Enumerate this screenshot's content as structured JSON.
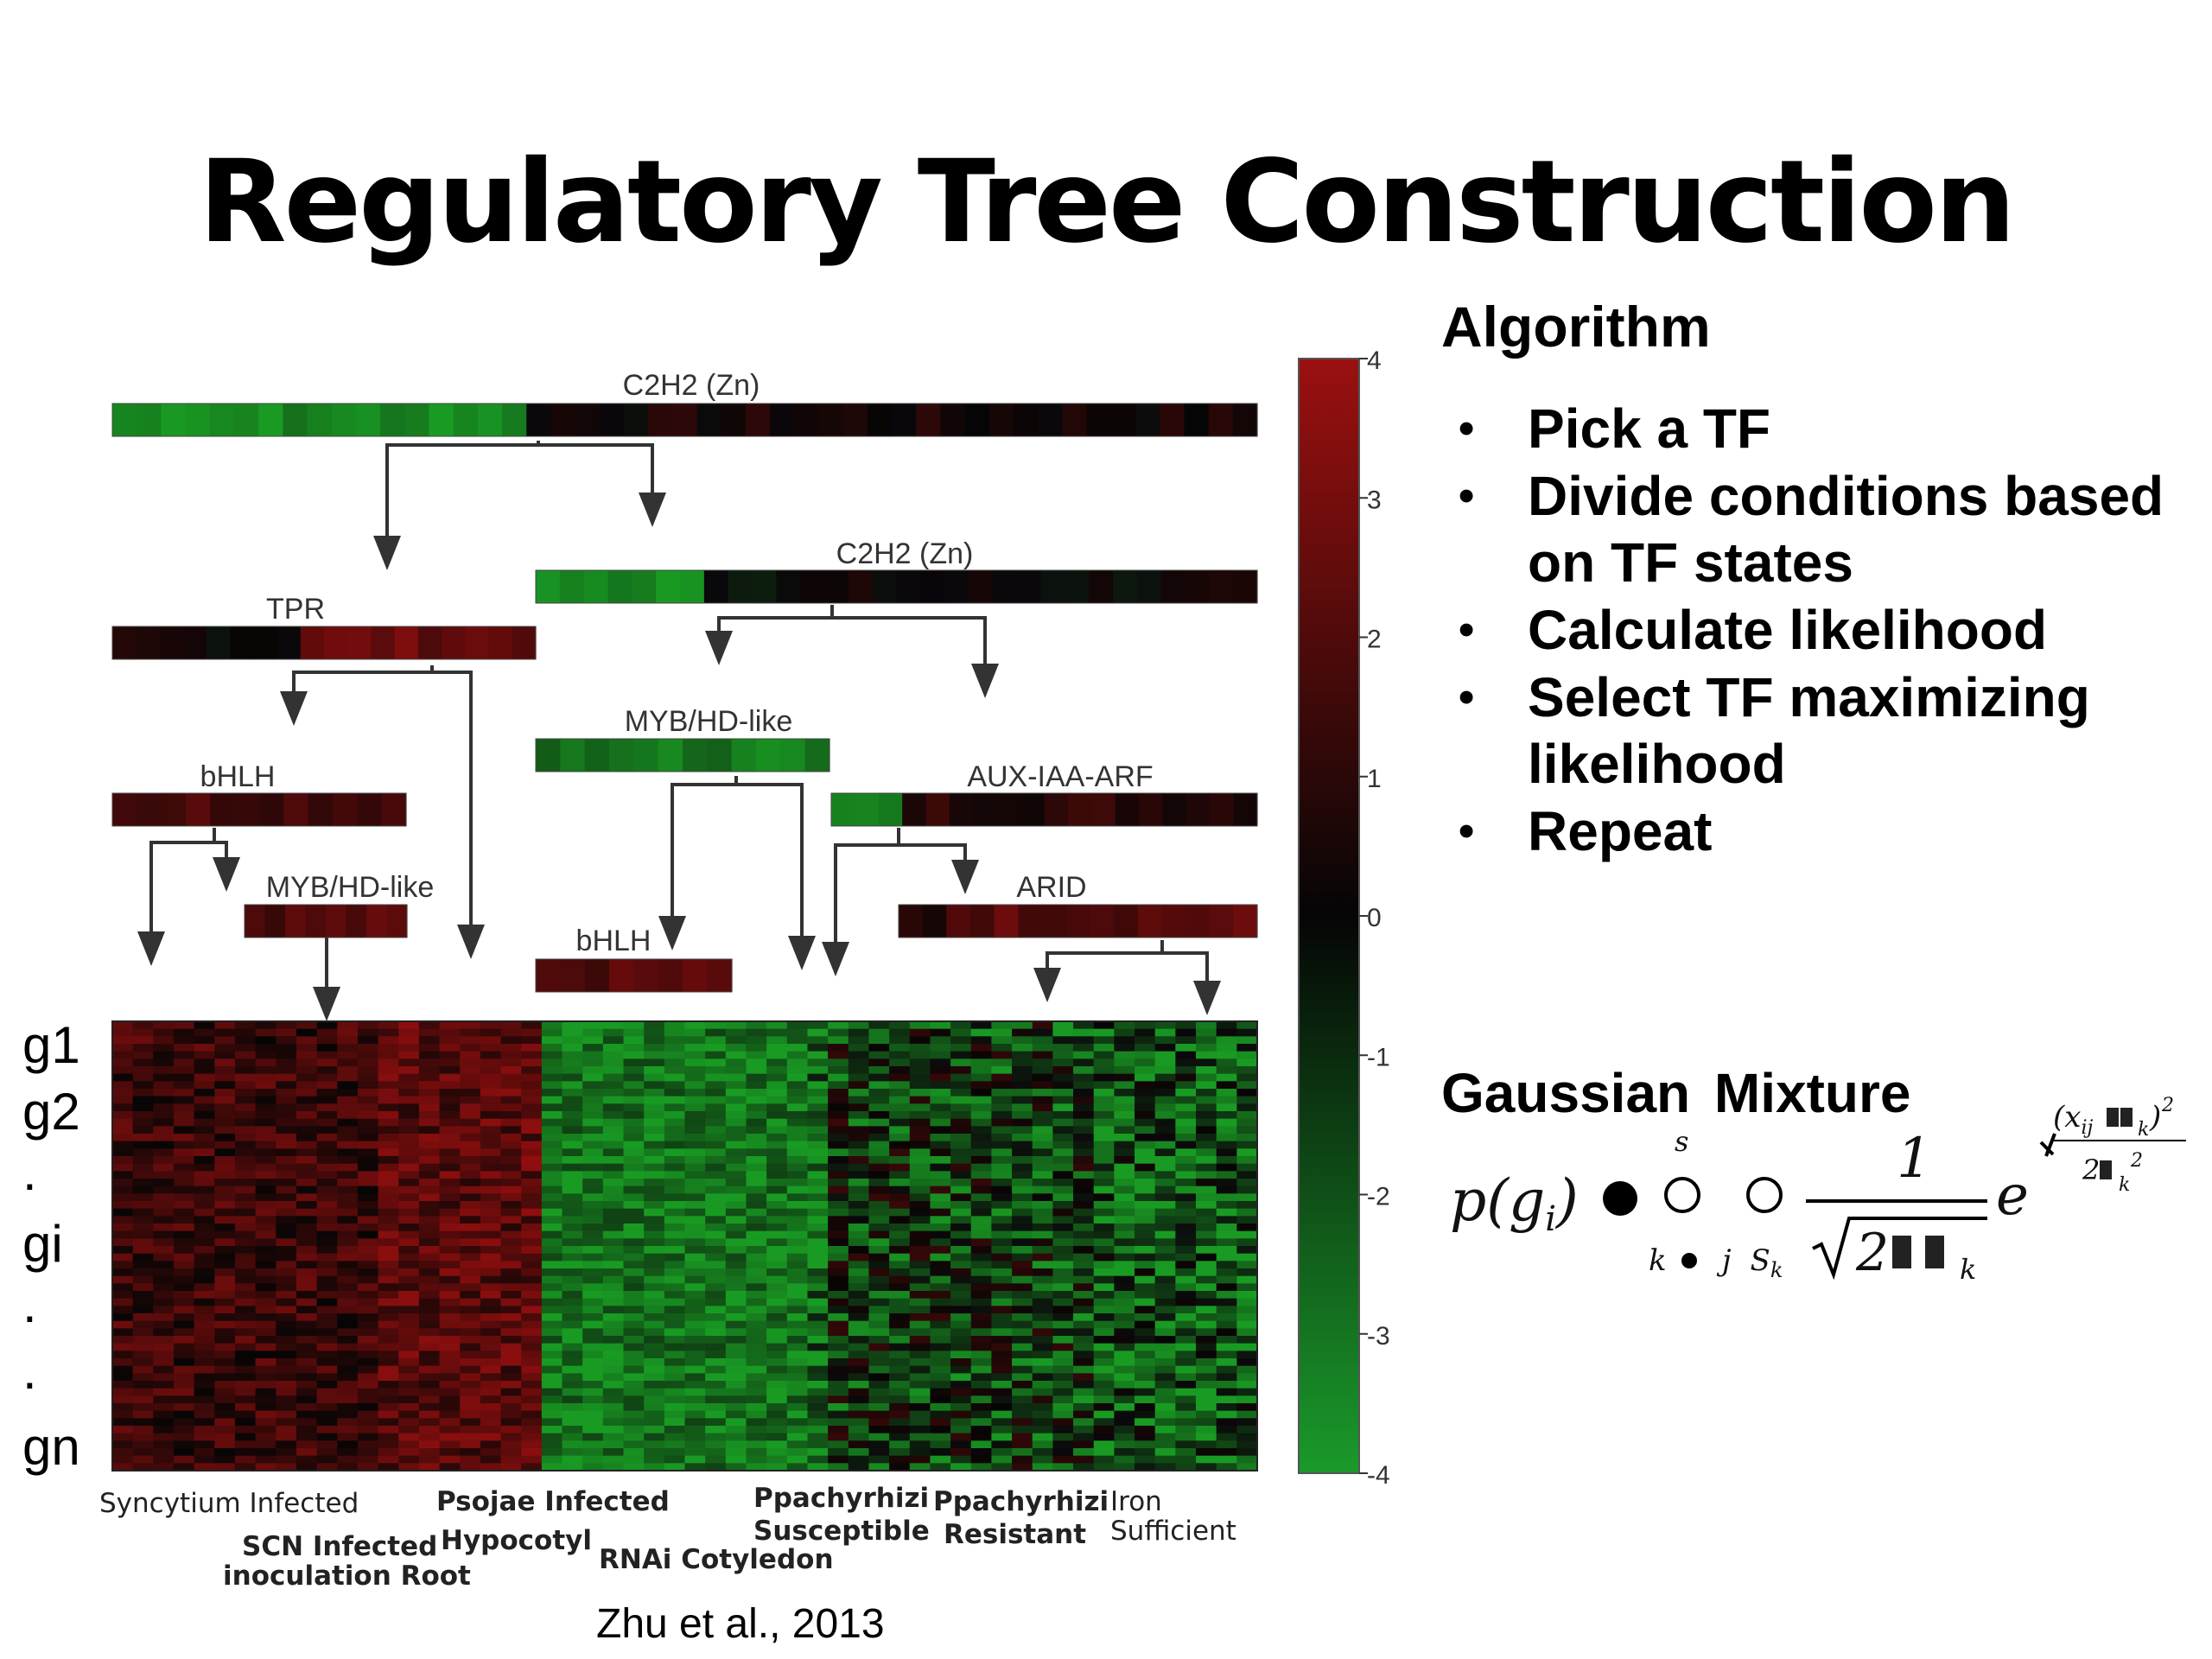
{
  "title": "Regulatory Tree Construction",
  "algorithm": {
    "heading": "Algorithm",
    "steps": [
      "Pick a TF",
      "Divide conditions based on TF states",
      "Calculate likelihood",
      "Select TF maximizing likelihood",
      "Repeat"
    ]
  },
  "gaussian_mixture": {
    "heading": "Gaussian  Mixture",
    "formula": {
      "lhs": "p(g",
      "lhs_sub": "i",
      "lhs_close": ")",
      "sum_top": "s",
      "sum_bottom_k": "k",
      "sum_bottom_j": "j",
      "sum_bottom_s": "S",
      "sum_bottom_s_sub": "k",
      "numerator": "1",
      "denominator": "2",
      "denominator_sub": "k",
      "base": "e",
      "exp_num": "(x",
      "exp_num_sub": "ij",
      "exp_num_sub2": "k",
      "exp_num_sup": "2",
      "exp_den": "2",
      "exp_den_sub": "k",
      "exp_den_sup": "2"
    }
  },
  "tree": {
    "tf_labels": [
      "C2H2 (Zn)",
      "C2H2 (Zn)",
      "TPR",
      "MYB/HD-like",
      "AUX-IAA-ARF",
      "bHLH",
      "MYB/HD-like",
      "ARID",
      "bHLH"
    ]
  },
  "genes": [
    "g1",
    "g2",
    ".",
    "gi",
    ".",
    ".",
    "gn"
  ],
  "colorbar": {
    "ticks": [
      "4",
      "3",
      "2",
      "1",
      "0",
      "-1",
      "-2",
      "-3",
      "-4"
    ],
    "colors": {
      "high": "#9b1010",
      "mid": "#050505",
      "low": "#1a9a2a"
    }
  },
  "conditions": [
    "Syncytium Infected",
    "SCN Infected",
    "inoculation  Root",
    "Psojae Infected",
    "Hypocotyl",
    "RNAi Cotyledon",
    "Ppachyrhizi",
    "Susceptible",
    "Ppachyrhizi",
    "Resistant",
    "Iron",
    "Sufficient"
  ],
  "citation": "Zhu et al., 2013"
}
